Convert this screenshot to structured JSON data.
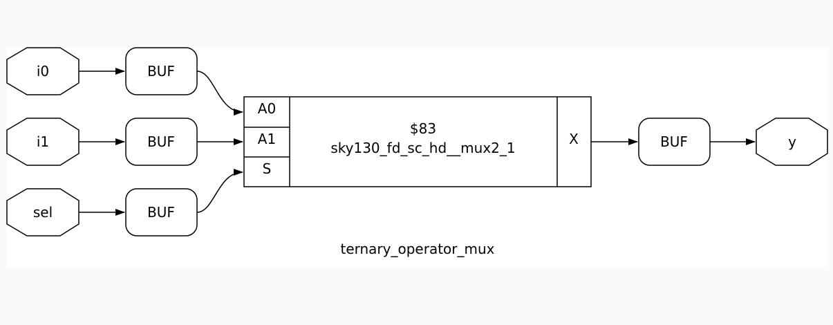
{
  "diagram": {
    "module_name": "ternary_operator_mux",
    "ports": {
      "i0": "i0",
      "i1": "i1",
      "sel": "sel",
      "y": "y"
    },
    "buffers": {
      "buf_i0": "BUF",
      "buf_i1": "BUF",
      "buf_sel": "BUF",
      "buf_y": "BUF"
    },
    "cell": {
      "id": "$83",
      "type": "sky130_fd_sc_hd__mux2_1",
      "inputs": [
        "A0",
        "A1",
        "S"
      ],
      "output": "X"
    }
  }
}
